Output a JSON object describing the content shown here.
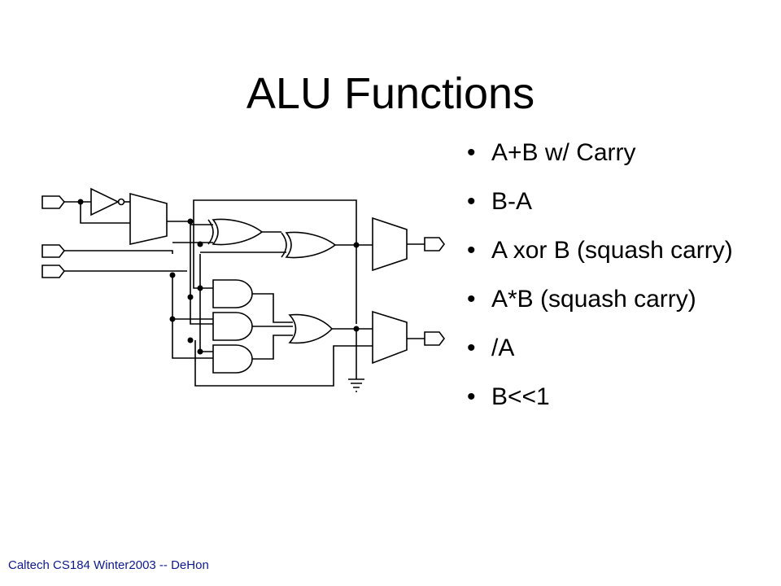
{
  "slide": {
    "title": "ALU Functions",
    "bullets": [
      "A+B w/ Carry",
      "B-A",
      "A xor B (squash carry)",
      "A*B (squash carry)",
      "/A",
      "B<<1"
    ],
    "footer": "Caltech CS184 Winter2003 -- DeHon"
  },
  "diagram": {
    "type": "ALU gate-level schematic",
    "components": [
      "inverter",
      "input multiplexer",
      "xor gate",
      "xor gate",
      "and gate",
      "and gate",
      "and gate",
      "or gate",
      "output multiplexer",
      "output multiplexer",
      "ground"
    ],
    "inputs": 3,
    "outputs": 2
  }
}
